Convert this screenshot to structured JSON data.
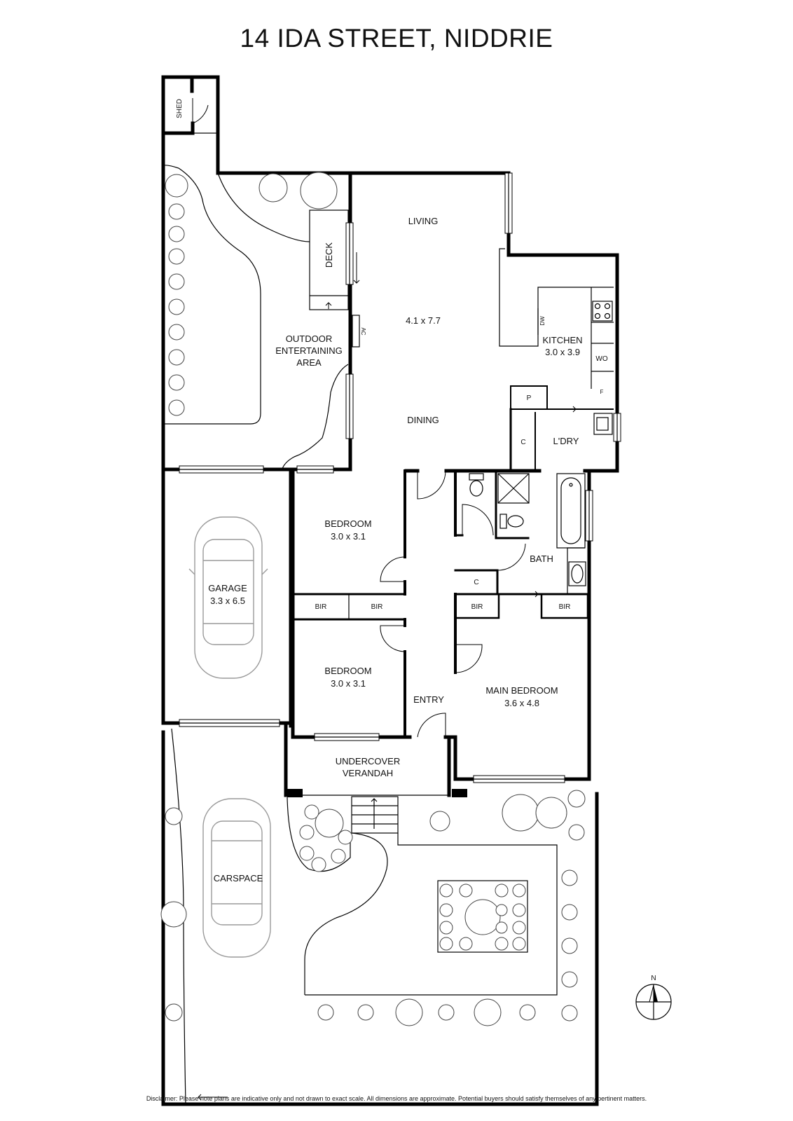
{
  "title": "14 IDA STREET, NIDDRIE",
  "rooms": {
    "shed": "SHED",
    "deck": "DECK",
    "living": "LIVING",
    "living_dim": "4.1 x 7.7",
    "dining": "DINING",
    "ac": "AC",
    "outdoor_1": "OUTDOOR",
    "outdoor_2": "ENTERTAINING",
    "outdoor_3": "AREA",
    "kitchen": "KITCHEN",
    "kitchen_dim": "3.0 x 3.9",
    "dw": "DW",
    "wo": "WO",
    "fridge": "F",
    "pantry": "P",
    "laundry_cupboard": "C",
    "laundry": "L'DRY",
    "bedroom1": "BEDROOM",
    "bedroom1_dim": "3.0 x 3.1",
    "bedroom2": "BEDROOM",
    "bedroom2_dim": "3.0 x 3.1",
    "bir": "BIR",
    "garage": "GARAGE",
    "garage_dim": "3.3 x 6.5",
    "bath": "BATH",
    "bath_cupboard": "C",
    "entry": "ENTRY",
    "main_bedroom": "MAIN BEDROOM",
    "main_bedroom_dim": "3.6 x 4.8",
    "verandah_1": "UNDERCOVER",
    "verandah_2": "VERANDAH",
    "carspace": "CARSPACE"
  },
  "compass": "N",
  "disclaimer": "Disclaimer: Please note plans are indicative only and not drawn to exact scale. All dimensions are approximate. Potential buyers should satisfy themselves of any pertinent matters."
}
